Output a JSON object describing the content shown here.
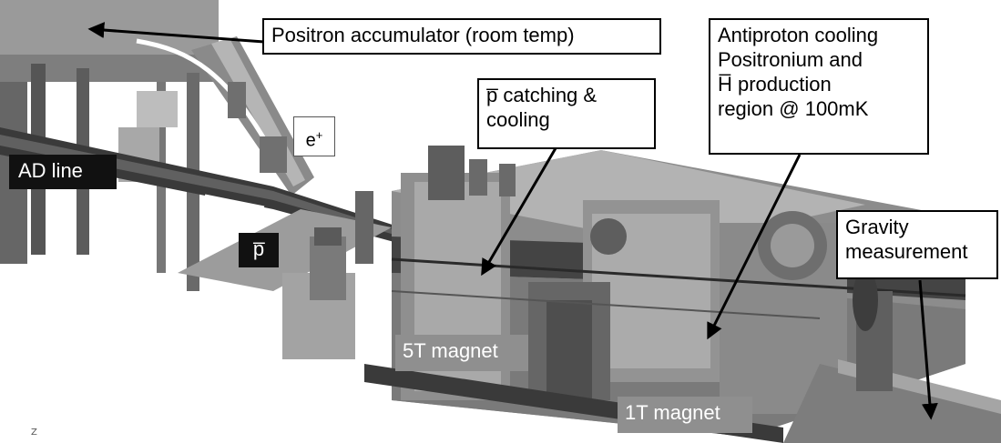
{
  "labels": {
    "positron_accumulator": "Positron accumulator (room temp)",
    "pbar_catching": [
      "p̅ catching &",
      "cooling"
    ],
    "antiproton_region": [
      "Antiproton cooling",
      "Positronium and",
      "H̅ production",
      "region @ 100mK"
    ],
    "gravity": [
      "Gravity",
      "measurement"
    ],
    "ad_line": "AD line",
    "pbar": "p̅",
    "positron_e": "e",
    "positron_sup": "+",
    "magnet_5t": "5T magnet",
    "magnet_1t": "1T magnet",
    "axis_z": "Z"
  },
  "colors": {
    "callout_border": "#000000",
    "dark_tag": "#111111",
    "grey_tag": "#8f8f8f"
  }
}
